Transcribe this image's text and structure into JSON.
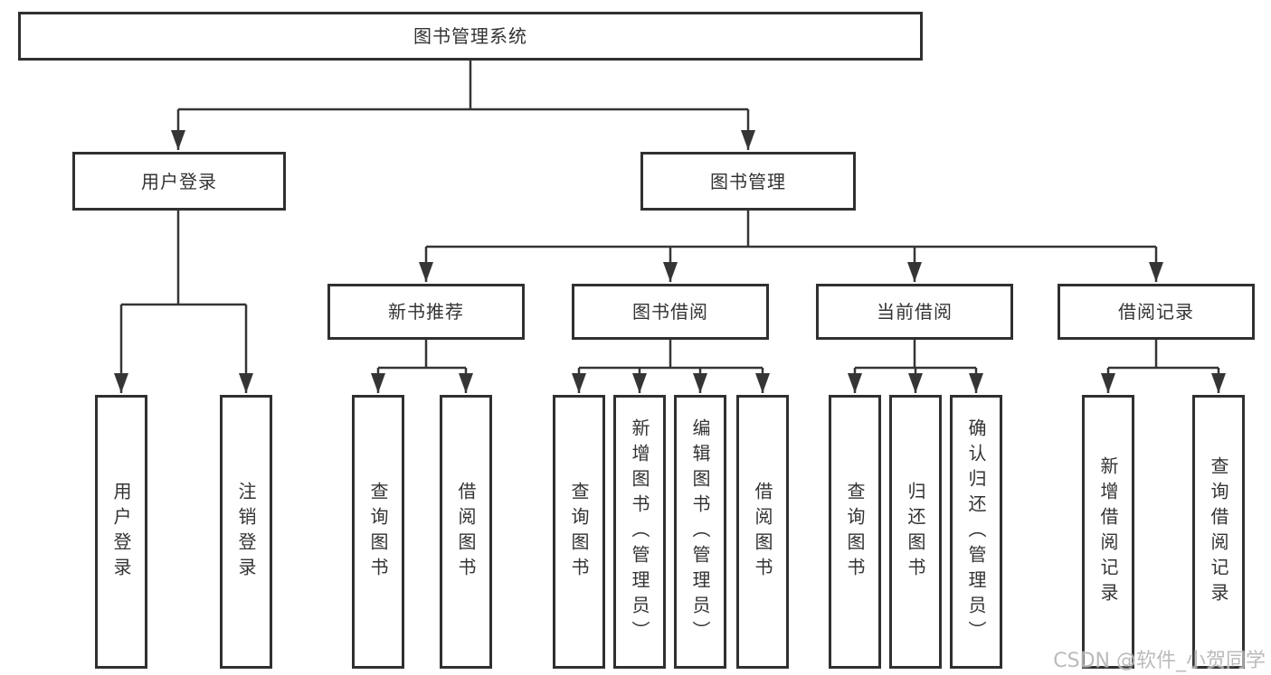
{
  "diagram": {
    "root": {
      "label": "图书管理系统",
      "children": [
        {
          "label": "用户登录",
          "children": [
            {
              "label": "用户登录"
            },
            {
              "label": "注销登录"
            }
          ]
        },
        {
          "label": "图书管理",
          "children": [
            {
              "label": "新书推荐",
              "children": [
                {
                  "label": "查询图书"
                },
                {
                  "label": "借阅图书"
                }
              ]
            },
            {
              "label": "图书借阅",
              "children": [
                {
                  "label": "查询图书"
                },
                {
                  "label": "新增图书（管理员）"
                },
                {
                  "label": "编辑图书（管理员）"
                },
                {
                  "label": "借阅图书"
                }
              ]
            },
            {
              "label": "当前借阅",
              "children": [
                {
                  "label": "查询图书"
                },
                {
                  "label": "归还图书"
                },
                {
                  "label": "确认归还（管理员）"
                }
              ]
            },
            {
              "label": "借阅记录",
              "children": [
                {
                  "label": "新增借阅记录"
                },
                {
                  "label": "查询借阅记录"
                }
              ]
            }
          ]
        }
      ]
    }
  },
  "watermark": {
    "text": "CSDN @软件_小贺同学",
    "color": "#b4b4b4"
  },
  "colors": {
    "line": "#353535",
    "box_border": "#303030",
    "text": "#333333",
    "background": "#ffffff"
  }
}
